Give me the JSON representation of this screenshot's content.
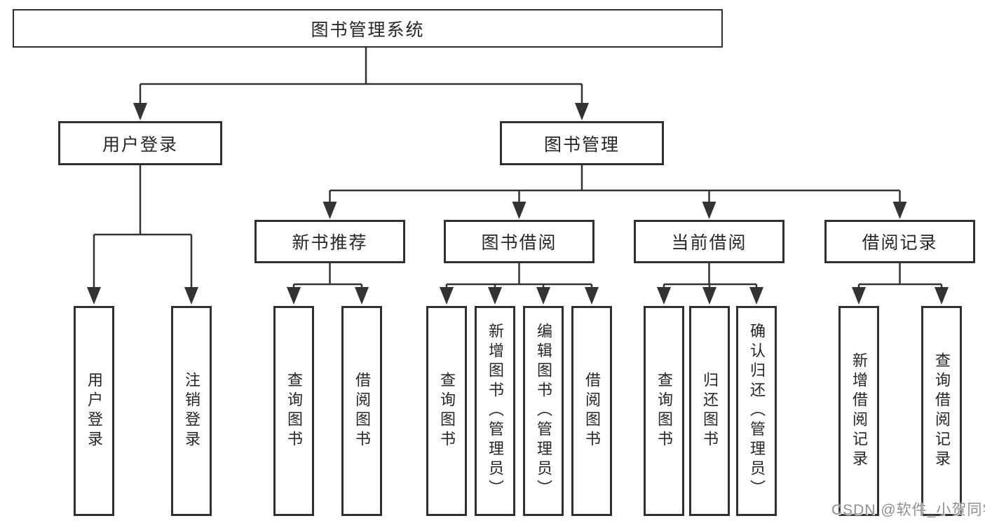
{
  "tree": {
    "root": {
      "label": "图书管理系统"
    },
    "branches": [
      {
        "label": "用户登录",
        "children": [
          {
            "label": "用户登录"
          },
          {
            "label": "注销登录"
          }
        ]
      },
      {
        "label": "图书管理",
        "children": [
          {
            "label": "新书推荐",
            "children": [
              {
                "label": "查询图书"
              },
              {
                "label": "借阅图书"
              }
            ]
          },
          {
            "label": "图书借阅",
            "children": [
              {
                "label": "查询图书"
              },
              {
                "label": "新增图书（管理员）"
              },
              {
                "label": "编辑图书（管理员）"
              },
              {
                "label": "借阅图书"
              }
            ]
          },
          {
            "label": "当前借阅",
            "children": [
              {
                "label": "查询图书"
              },
              {
                "label": "归还图书"
              },
              {
                "label": "确认归还（管理员）"
              }
            ]
          },
          {
            "label": "借阅记录",
            "children": [
              {
                "label": "新增借阅记录"
              },
              {
                "label": "查询借阅记录"
              }
            ]
          }
        ]
      }
    ]
  },
  "watermark": {
    "text": "CSDN @软件_小贺同学"
  },
  "colors": {
    "line": "#333333",
    "box_border": "#303030",
    "text": "#262626",
    "watermark": "#8f8f8f",
    "background": "#ffffff"
  }
}
